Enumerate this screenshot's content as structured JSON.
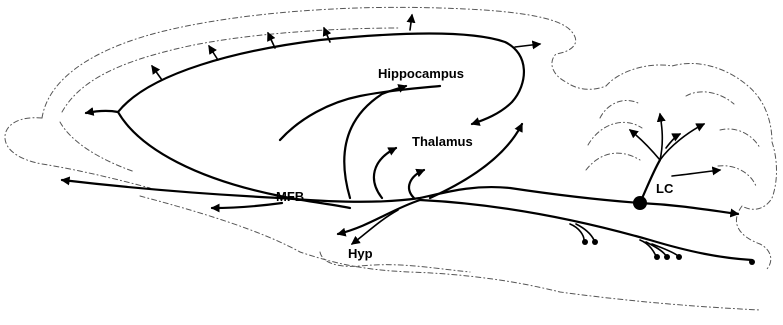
{
  "diagram": {
    "labels": {
      "hippocampus": "Hippocampus",
      "thalamus": "Thalamus",
      "mfb": "MFB",
      "lc": "LC",
      "hyp": "Hyp"
    }
  }
}
